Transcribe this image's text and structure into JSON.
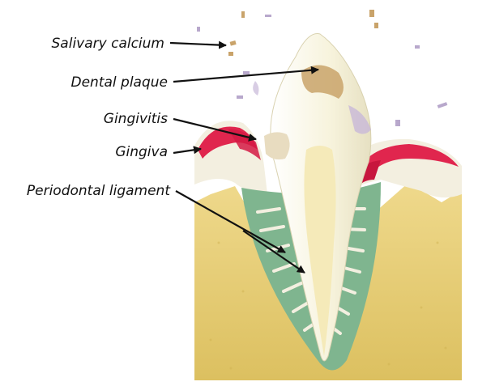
{
  "labels": {
    "salivary_calcium": "Salivary calcium",
    "dental_plaque": "Dental plaque",
    "gingivitis": "Gingivitis",
    "gingiva": "Gingiva",
    "periodontal_ligament": "Periodontal ligament"
  },
  "colors": {
    "bone": "#e3c96f",
    "bone_light": "#f0dc8e",
    "gum": "#f3efe0",
    "gum_inflamed": "#e0264e",
    "ligament": "#7fb58f",
    "tooth": "#faf8ea",
    "pulp": "#f5eab9",
    "plaque": "#c9a36a",
    "arrow": "#111111"
  }
}
